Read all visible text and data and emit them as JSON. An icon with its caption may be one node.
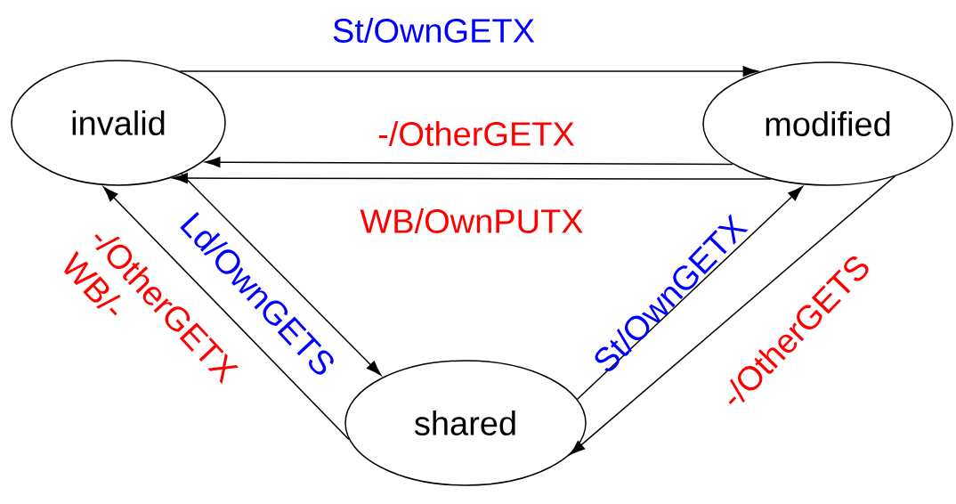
{
  "diagram": {
    "nodes": [
      {
        "text": [
          "invalid"
        ]
      },
      {
        "text": [
          "modified"
        ]
      },
      {
        "text": [
          "shared"
        ]
      }
    ],
    "edges": [
      {
        "from": 0,
        "to": 1,
        "arrow": "to",
        "label": "St/OwnGETX"
      },
      {
        "from": 1,
        "to": 0,
        "arrow": "to",
        "label": "-/OtherGETX"
      },
      {
        "from": 1,
        "to": 0,
        "arrow": "to",
        "label": "WB/OwnPUTX"
      },
      {
        "from": 0,
        "to": 2,
        "arrow": "to",
        "label": "Ld/OwnGETS"
      },
      {
        "from": 2,
        "to": 0,
        "arrow": "to",
        "label": "-/OtherGETX WB/-"
      },
      {
        "from": 2,
        "to": 1,
        "arrow": "to",
        "label": "St/OwnGETX"
      },
      {
        "from": 1,
        "to": 2,
        "arrow": "to",
        "label": "-/OtherGETS"
      }
    ]
  }
}
